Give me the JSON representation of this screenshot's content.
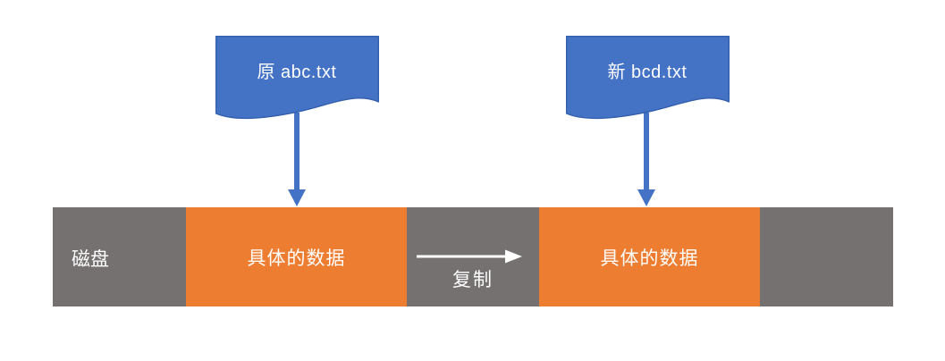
{
  "diagram": {
    "source_file": {
      "label": "原 abc.txt"
    },
    "dest_file": {
      "label": "新 bcd.txt"
    },
    "disk": {
      "label": "磁盘",
      "blocks": [
        {
          "label": "具体的数据"
        },
        {
          "label": "具体的数据"
        }
      ]
    },
    "copy": {
      "label": "复制"
    },
    "colors": {
      "file_shape": "#4472C4",
      "file_shape_border": "#3560AE",
      "arrow_down": "#4472C4",
      "disk_bar": "#767171",
      "data_block": "#ED7D31",
      "copy_arrow": "#FFFFFF",
      "label_text": "#FFFFFF"
    }
  }
}
